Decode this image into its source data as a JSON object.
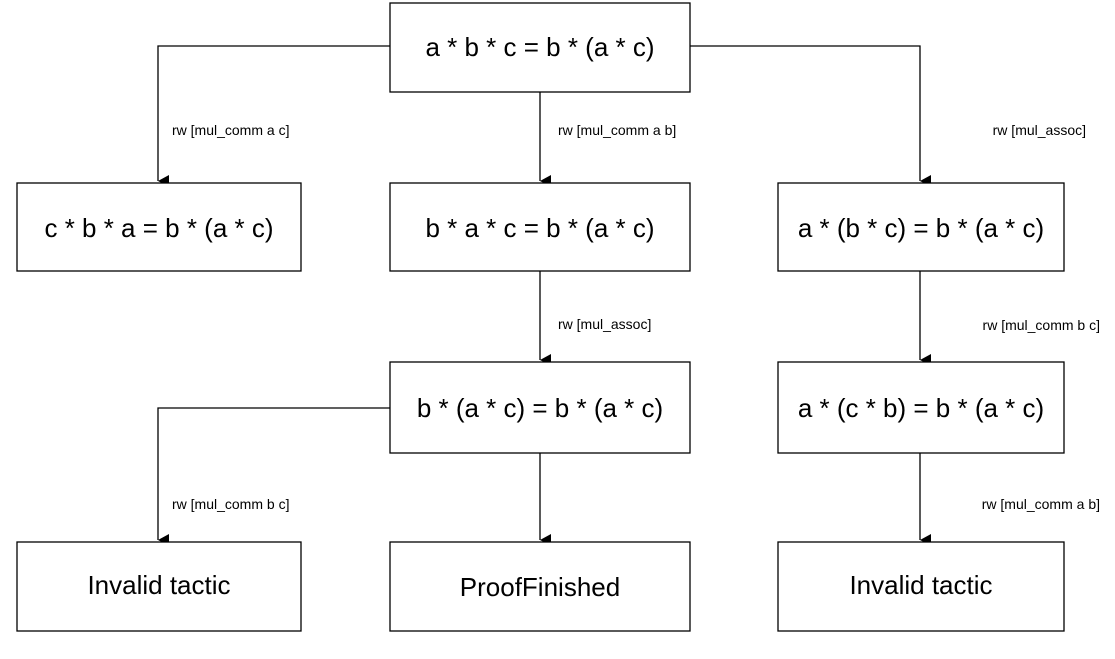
{
  "diagram": {
    "nodes": {
      "root": {
        "label": "a * b * c = b * (a * c)"
      },
      "left": {
        "label": "c * b * a = b * (a * c)"
      },
      "middle": {
        "label": "b * a * c = b * (a * c)"
      },
      "right": {
        "label": "a * (b * c) = b * (a * c)"
      },
      "middle_assoc": {
        "label": "b * (a * c) = b * (a * c)"
      },
      "right_comm": {
        "label": "a * (c * b) = b * (a * c)"
      },
      "invalid_left": {
        "label": "Invalid tactic"
      },
      "proof_finished": {
        "label": "ProofFinished"
      },
      "invalid_right": {
        "label": "Invalid tactic"
      }
    },
    "edges": {
      "root_to_left": {
        "label": "rw [mul_comm a c]"
      },
      "root_to_middle": {
        "label": "rw [mul_comm a b]"
      },
      "root_to_right": {
        "label": "rw [mul_assoc]"
      },
      "middle_to_assoc": {
        "label": "rw [mul_assoc]"
      },
      "right_to_comm": {
        "label": "rw [mul_comm b c]"
      },
      "assoc_to_invalid": {
        "label": "rw [mul_comm b c]"
      },
      "assoc_to_finished": {
        "label": ""
      },
      "comm_to_invalid": {
        "label": "rw [mul_comm a b]"
      }
    }
  }
}
